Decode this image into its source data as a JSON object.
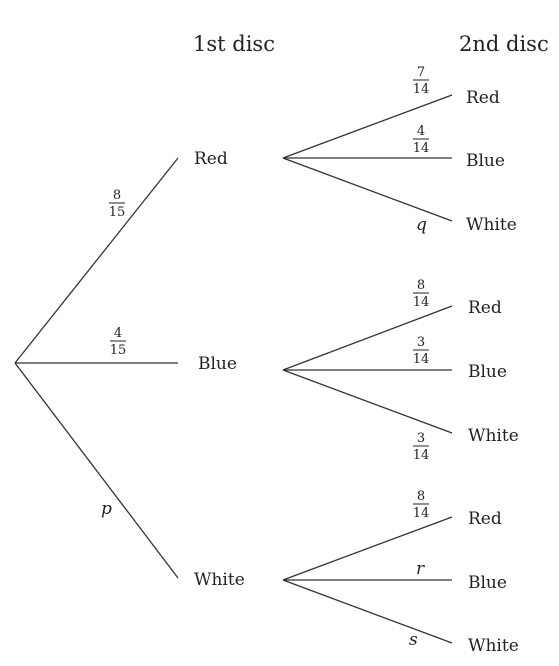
{
  "headers": {
    "first": "1st disc",
    "second": "2nd disc"
  },
  "first_disc": {
    "red": {
      "label": "Red",
      "prob_num": "8",
      "prob_den": "15"
    },
    "blue": {
      "label": "Blue",
      "prob_num": "4",
      "prob_den": "15"
    },
    "white": {
      "label": "White",
      "prob_var": "p"
    }
  },
  "second_disc": {
    "red": {
      "red": {
        "label": "Red",
        "prob_num": "7",
        "prob_den": "14"
      },
      "blue": {
        "label": "Blue",
        "prob_num": "4",
        "prob_den": "14"
      },
      "white": {
        "label": "White",
        "prob_var": "q"
      }
    },
    "blue": {
      "red": {
        "label": "Red",
        "prob_num": "8",
        "prob_den": "14"
      },
      "blue": {
        "label": "Blue",
        "prob_num": "3",
        "prob_den": "14"
      },
      "white": {
        "label": "White",
        "prob_num": "3",
        "prob_den": "14"
      }
    },
    "white": {
      "red": {
        "label": "Red",
        "prob_num": "8",
        "prob_den": "14"
      },
      "blue": {
        "label": "Blue",
        "prob_var": "r"
      },
      "white": {
        "label": "White",
        "prob_var": "s"
      }
    }
  }
}
